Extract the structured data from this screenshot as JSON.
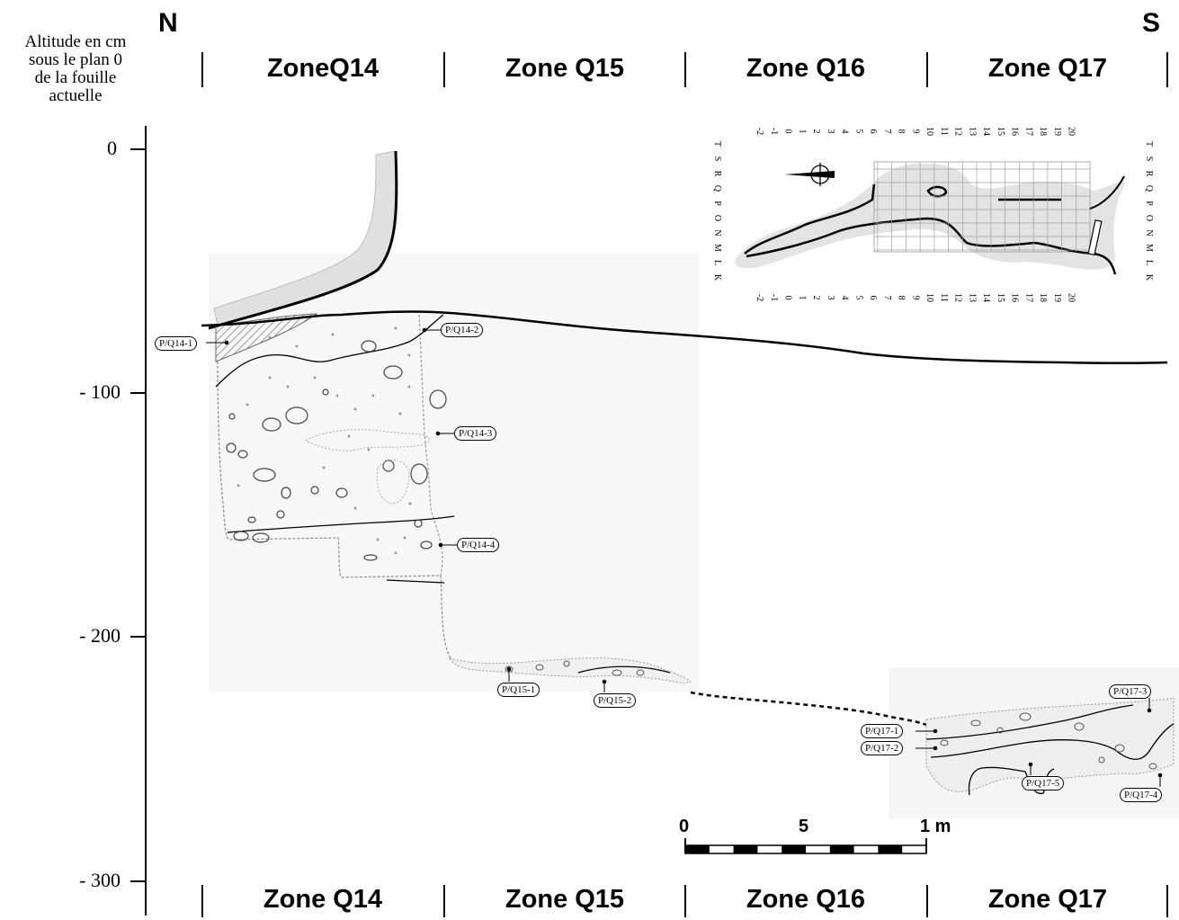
{
  "compass": {
    "north": "N",
    "south": "S"
  },
  "y_axis": {
    "caption": [
      "Altitude en cm",
      "sous le plan 0",
      "de la fouille",
      "actuelle"
    ],
    "ticks": [
      "0",
      "- 100",
      "- 200",
      "- 300"
    ]
  },
  "zones_top": [
    "ZoneQ14",
    "Zone Q15",
    "Zone Q16",
    "Zone Q17"
  ],
  "zones_bottom": [
    "Zone Q14",
    "Zone Q15",
    "Zone Q16",
    "Zone Q17"
  ],
  "layer_labels": [
    "P/Q14-1",
    "P/Q14-2",
    "P/Q14-3",
    "P/Q14-4",
    "P/Q15-1",
    "P/Q15-2",
    "P/Q17-1",
    "P/Q17-2",
    "P/Q17-3",
    "P/Q17-4",
    "P/Q17-5"
  ],
  "scale_bar": {
    "labels": [
      "0",
      "5",
      "1 m"
    ]
  },
  "inset_map": {
    "grid_columns": [
      "-2",
      "-1",
      "0",
      "1",
      "2",
      "3",
      "4",
      "5",
      "6",
      "7",
      "8",
      "9",
      "10",
      "11",
      "12",
      "13",
      "14",
      "15",
      "16",
      "17",
      "18",
      "19",
      "20"
    ],
    "grid_rows": [
      "T",
      "S",
      "R",
      "Q",
      "P",
      "O",
      "N",
      "M",
      "L",
      "K"
    ]
  },
  "colors": {
    "ink": "#000000",
    "shade": "#e0e0e0",
    "paper_tint": "#f7f7f7"
  }
}
